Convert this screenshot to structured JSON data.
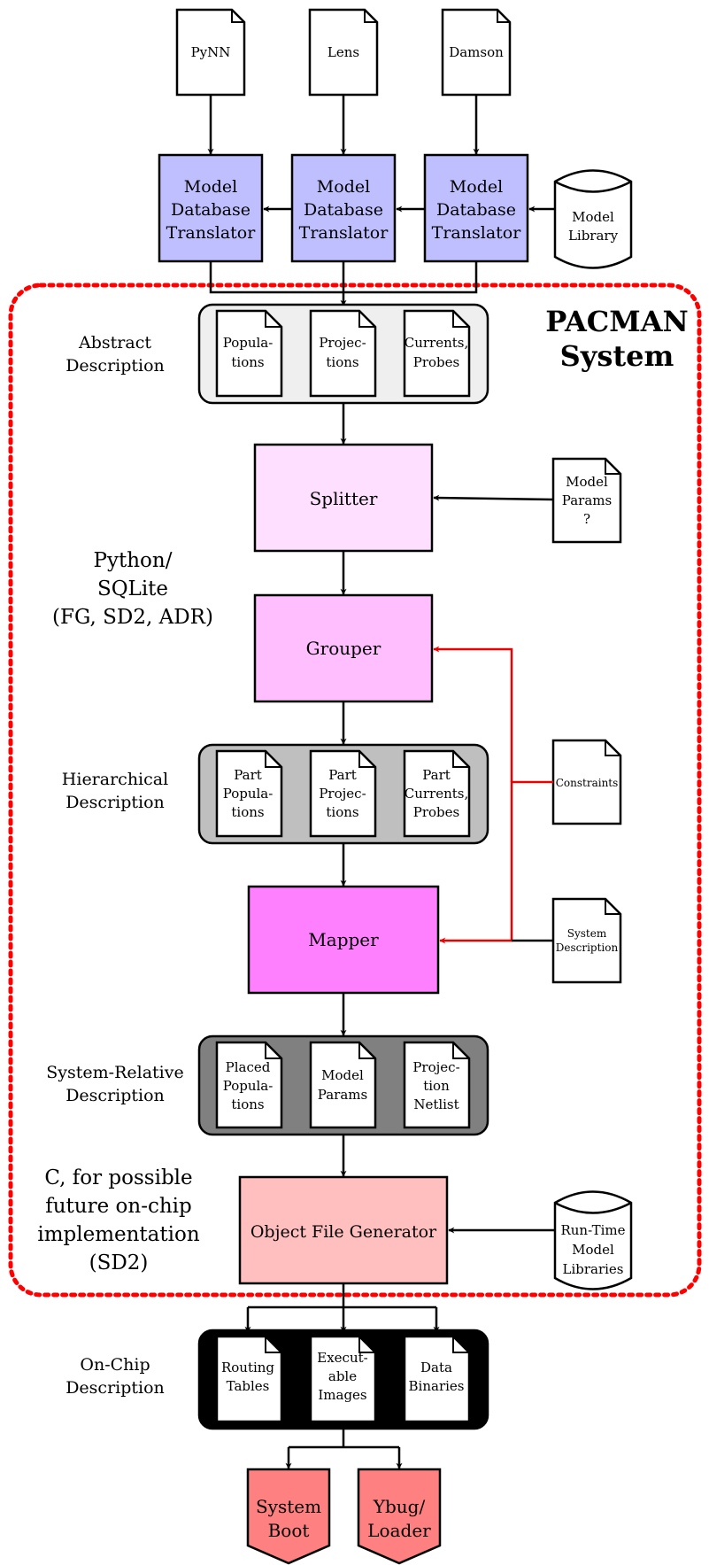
{
  "title": [
    "PACMAN",
    "System"
  ],
  "inputs": [
    {
      "id": "pynn",
      "label": "PyNN"
    },
    {
      "id": "lens",
      "label": "Lens"
    },
    {
      "id": "damson",
      "label": "Damson"
    }
  ],
  "translators": [
    {
      "id": "tr1",
      "lines": [
        "Model",
        "Database",
        "Translator"
      ]
    },
    {
      "id": "tr2",
      "lines": [
        "Model",
        "Database",
        "Translator"
      ]
    },
    {
      "id": "tr3",
      "lines": [
        "Model",
        "Database",
        "Translator"
      ]
    }
  ],
  "model_library": [
    "Model",
    "Library"
  ],
  "side_labels": {
    "abstract": [
      "Abstract",
      "Description"
    ],
    "python": [
      "Python/",
      "SQLite",
      "(FG, SD2, ADR)"
    ],
    "hierarchical": [
      "Hierarchical",
      "Description"
    ],
    "system_relative": [
      "System-Relative",
      "Description"
    ],
    "c_impl": [
      "C, for possible",
      "future on-chip",
      "implementation",
      "(SD2)"
    ],
    "on_chip": [
      "On-Chip",
      "Description"
    ]
  },
  "abstract_docs": [
    [
      "Popula-",
      "tions"
    ],
    [
      "Projec-",
      "tions"
    ],
    [
      "Currents,",
      "Probes"
    ]
  ],
  "splitter": "Splitter",
  "model_params_doc": [
    "Model",
    "Params",
    "?"
  ],
  "grouper": "Grouper",
  "hier_docs": [
    [
      "Part",
      "Popula-",
      "tions"
    ],
    [
      "Part",
      "Projec-",
      "tions"
    ],
    [
      "Part",
      "Currents,",
      "Probes"
    ]
  ],
  "constraints_doc": [
    "Constraints"
  ],
  "mapper": "Mapper",
  "system_desc_doc": [
    "System",
    "Description"
  ],
  "sysrel_docs": [
    [
      "Placed",
      "Popula-",
      "tions"
    ],
    [
      "Model",
      "Params"
    ],
    [
      "Projec-",
      "tion",
      "Netlist"
    ]
  ],
  "ofg": "Object File Generator",
  "runtime_libs": [
    "Run-Time",
    "Model",
    "Libraries"
  ],
  "onchip_docs": [
    [
      "Routing",
      "Tables"
    ],
    [
      "Execut-",
      "able",
      "Images"
    ],
    [
      "Data",
      "Binaries"
    ]
  ],
  "outputs": [
    [
      "System",
      "Boot"
    ],
    [
      "Ybug/",
      "Loader"
    ]
  ],
  "colors": {
    "translator": "#bfbfff",
    "splitter": "#ffdfff",
    "grouper": "#ffbfff",
    "mapper": "#ff80ff",
    "ofg": "#ffbfbf",
    "output": "#ff8080",
    "abstract_container": "#efefef",
    "hier_container": "#bfbfbf",
    "sysrel_container": "#808080",
    "onchip_container": "#000000",
    "boundary": "#ff0000",
    "constraint_arrow": "#ff0000"
  }
}
